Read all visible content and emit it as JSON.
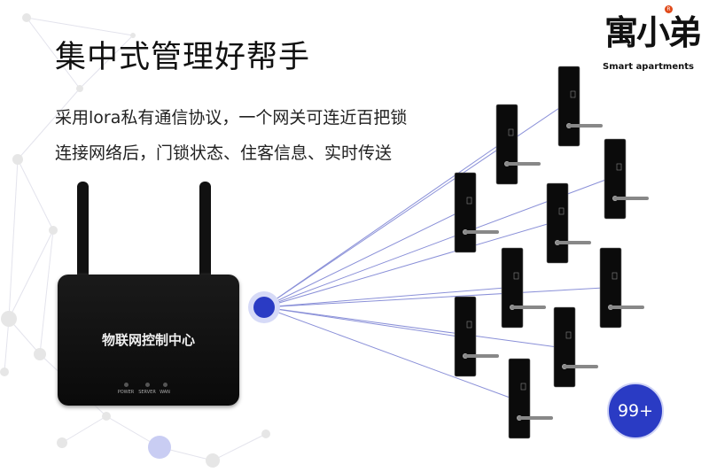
{
  "title": "集中式管理好帮手",
  "subtitle_lines": [
    "采用lora私有通信协议，一个网关可连近百把锁",
    "连接网络后，门锁状态、住客信息、实时传送"
  ],
  "logo": {
    "main": "寓小弟",
    "sub": "Smart apartments",
    "registered": "R"
  },
  "router": {
    "label": "物联网控制中心",
    "leds": [
      "POWER",
      "SERVER",
      "WAN"
    ]
  },
  "badge": "99+",
  "colors": {
    "accent": "#2a3bc4",
    "line": "#8a90d8"
  }
}
